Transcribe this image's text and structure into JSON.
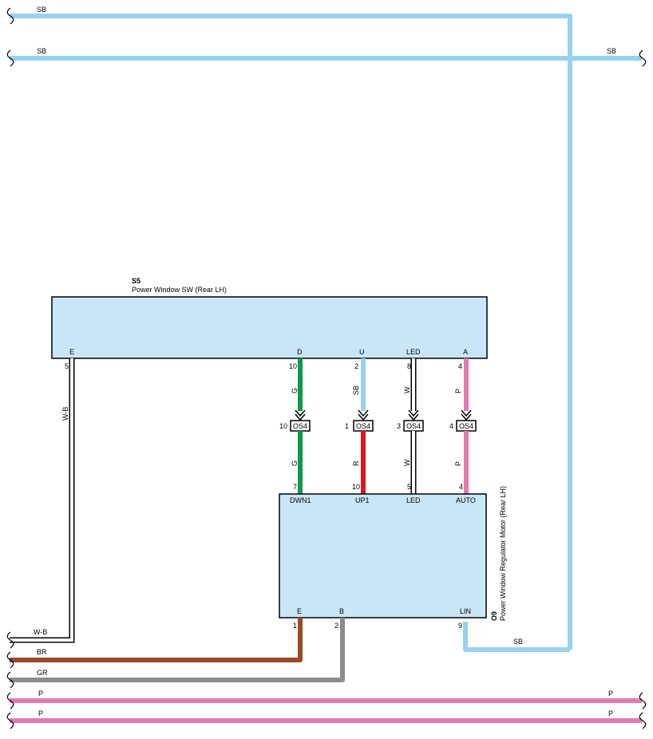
{
  "colors": {
    "SB": "#96d2f0",
    "G": "#0a9a4a",
    "R": "#e0141e",
    "W": "#ffffff",
    "P": "#e47ab4",
    "BR": "#9a4a26",
    "GR": "#8c8c8c",
    "box_fill": "#c8e6f8"
  },
  "switch": {
    "code": "S5",
    "name": "Power Window SW (Rear LH)",
    "terminals": [
      {
        "label": "E",
        "pin": "5"
      },
      {
        "label": "D",
        "pin": "10"
      },
      {
        "label": "U",
        "pin": "2"
      },
      {
        "label": "LED",
        "pin": "8"
      },
      {
        "label": "A",
        "pin": "4"
      }
    ]
  },
  "motor": {
    "code": "O9",
    "name": "Power Window Regulator Motor (Rear LH)",
    "top_terminals": [
      {
        "label": "DWN1",
        "pin": "7"
      },
      {
        "label": "UP1",
        "pin": "10"
      },
      {
        "label": "LED",
        "pin": "5"
      },
      {
        "label": "AUTO",
        "pin": "4"
      }
    ],
    "bottom_terminals": [
      {
        "label": "E",
        "pin": "1"
      },
      {
        "label": "B",
        "pin": "2"
      },
      {
        "label": "LIN",
        "pin": "9"
      }
    ]
  },
  "connectors": [
    {
      "id": "OS4",
      "pin": "10"
    },
    {
      "id": "OS4",
      "pin": "1"
    },
    {
      "id": "OS4",
      "pin": "3"
    },
    {
      "id": "OS4",
      "pin": "4"
    }
  ],
  "wires": {
    "vertical_upper": [
      "G",
      "SB",
      "W",
      "P"
    ],
    "vertical_lower": [
      "G",
      "R",
      "W",
      "P"
    ],
    "ground": "W-B",
    "sb_line_1": "SB",
    "sb_line_2": "SB",
    "sb_line_2_right": "SB",
    "w_b_line": "W-B",
    "br_line": "BR",
    "gr_line": "GR",
    "p_line_1": "P",
    "p_line_1_right": "P",
    "p_line_2": "P",
    "p_line_2_right": "P",
    "lin_line": "SB"
  }
}
